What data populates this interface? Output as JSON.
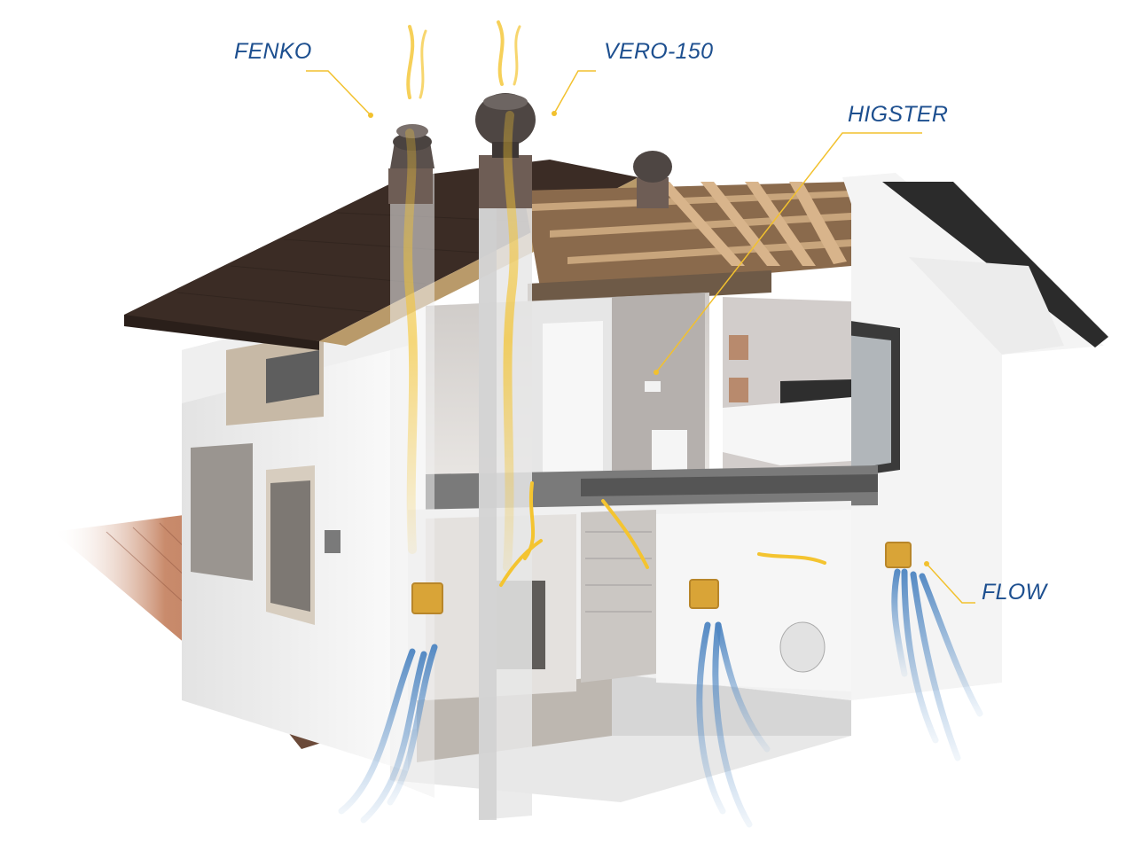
{
  "callouts": {
    "fenko": "FENKO",
    "vero": "VERO-150",
    "higster": "HIGSTER",
    "flow": "FLOW"
  },
  "colors": {
    "label_text": "#1d4f8f",
    "leader_line": "#f2c12e",
    "exhaust_flow": "#f4c430",
    "intake_flow": "#6f9fd0",
    "roof": "#3b2c25",
    "wall": "#f2f2f2",
    "timber": "#7a5c3e",
    "vent_grille": "#d9a437",
    "deck": "#b9785a"
  },
  "icons": {
    "roof_ventilator": "rotating-chimney-cowl-icon",
    "wall_vent": "wall-air-inlet-icon",
    "controller": "wall-controller-icon"
  }
}
